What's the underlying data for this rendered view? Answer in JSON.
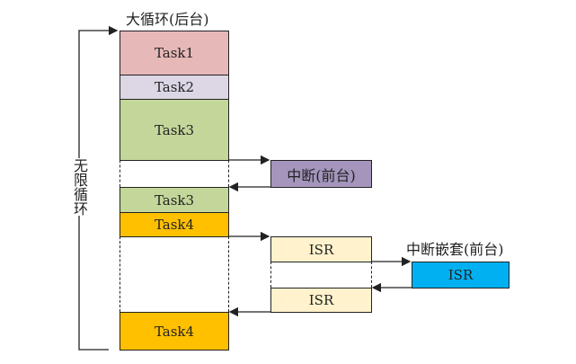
{
  "title": "大循环(后台)",
  "loop_label": "无限循环",
  "main_column": [
    {
      "label": "Task1",
      "color": "#e6b8b7"
    },
    {
      "label": "Task2",
      "color": "#dcd6e5"
    },
    {
      "label": "Task3",
      "color": "#c4d79b"
    },
    {
      "label": "Task3",
      "color": "#c4d79b"
    },
    {
      "label": "Task4",
      "color": "#ffc000"
    },
    {
      "label": "Task4",
      "color": "#ffc000"
    }
  ],
  "interrupt": {
    "label": "中断(前台)",
    "color": "#a595bd"
  },
  "isr": [
    {
      "label": "ISR",
      "color": "#fff2cc"
    },
    {
      "label": "ISR",
      "color": "#fff2cc"
    }
  ],
  "nested": {
    "title": "中断嵌套(前台)",
    "label": "ISR",
    "color": "#00b0f0"
  }
}
